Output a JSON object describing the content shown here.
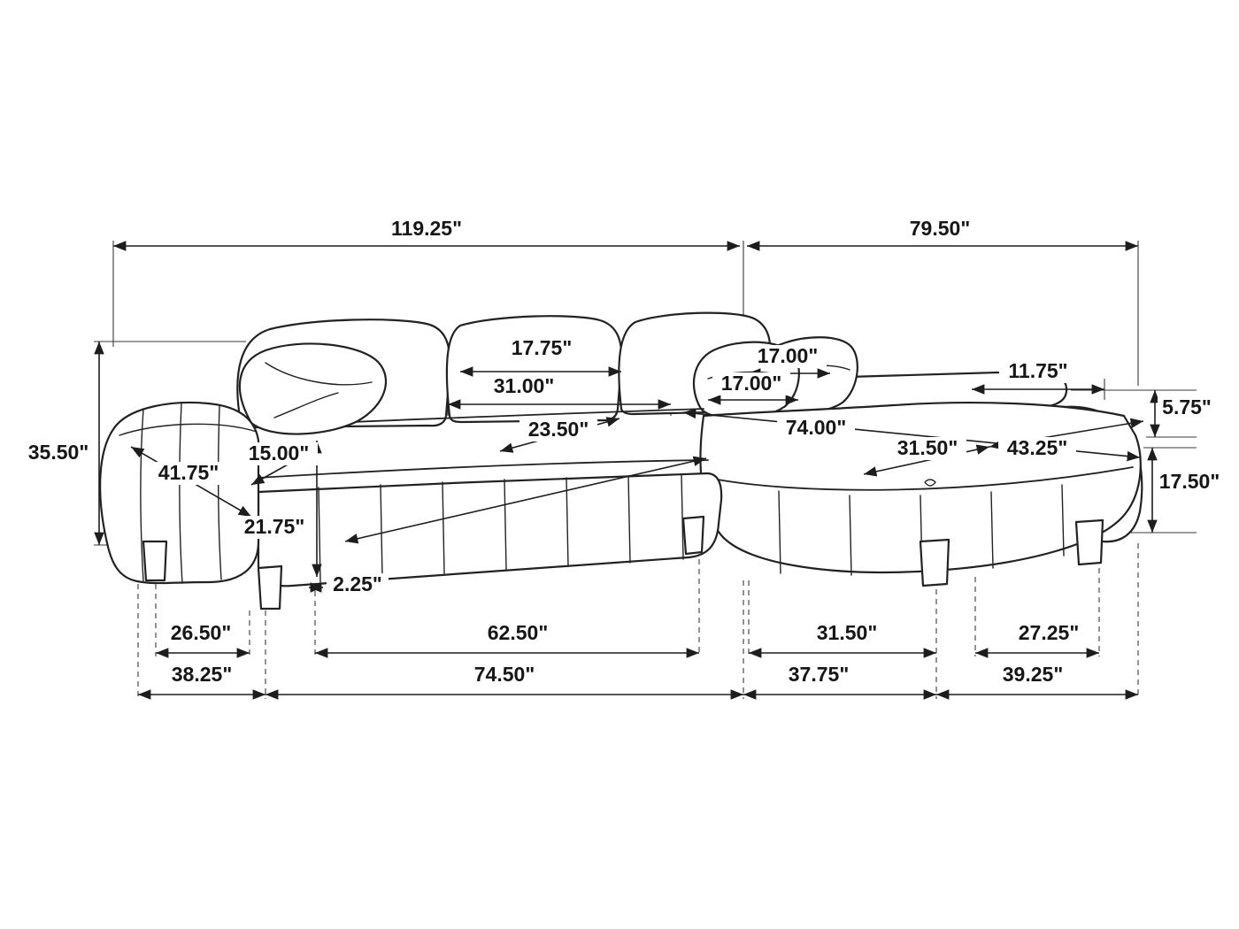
{
  "page": {
    "background": "#ffffff",
    "line_color": "#222222",
    "unit": "inches"
  },
  "diagram": {
    "name": "sectional-sofa-with-chaise-dimension-drawing",
    "dims": {
      "overall_length": "119.25\"",
      "overall_depth": "79.50\"",
      "back_cushion_width": "17.75\"",
      "back_cushion_full_width": "31.00\"",
      "corner_pillow_width": "17.00\"",
      "corner_pillow_width_2": "17.00\"",
      "chaise_arm_width": "11.75\"",
      "arm_rise": "5.75\"",
      "overall_height": "35.50\"",
      "arm_depth": "41.75\"",
      "arm_width": "15.00\"",
      "seat_depth": "23.50\"",
      "chaise_length": "74.00\"",
      "chaise_seat_width": "31.50\"",
      "chaise_width": "43.25\"",
      "seat_height": "17.50\"",
      "arm_front_height": "21.75\"",
      "leg_inset": "2.25\"",
      "front_leg_span": "26.50\"",
      "seat_front_span": "62.50\"",
      "chaise_leg_span": "31.50\"",
      "chaise_right_leg_span": "27.25\"",
      "left_section_depth": "38.25\"",
      "base_front_span": "74.50\"",
      "chaise_base_span": "37.75\"",
      "chaise_right_depth": "39.25\""
    }
  }
}
